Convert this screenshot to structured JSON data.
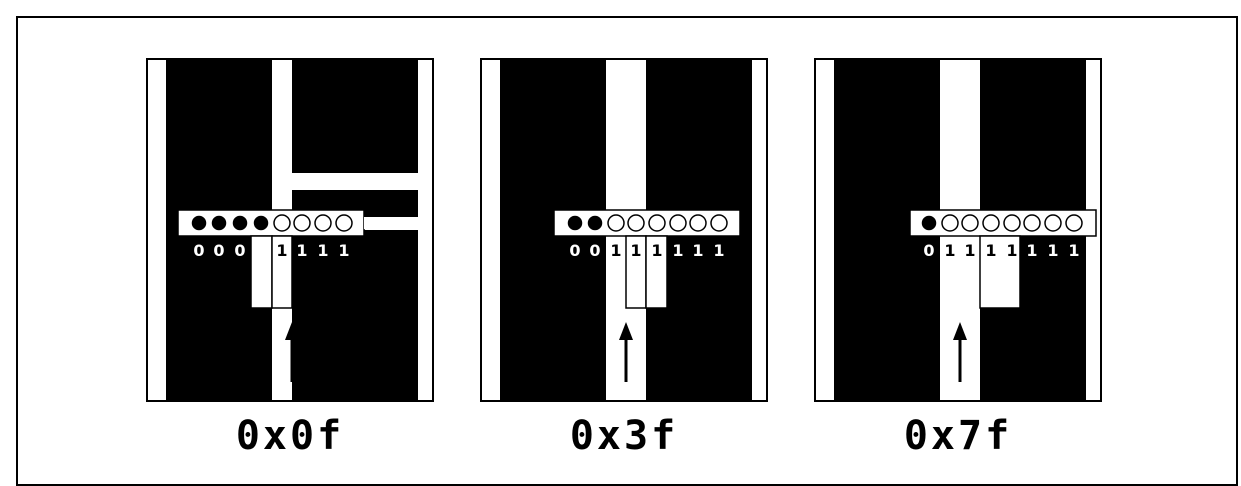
{
  "panels": [
    {
      "id": "p1",
      "caption": "0x0f",
      "bits": [
        "0",
        "0",
        "0",
        "0",
        "1",
        "1",
        "1",
        "1"
      ]
    },
    {
      "id": "p2",
      "caption": "0x3f",
      "bits": [
        "0",
        "0",
        "1",
        "1",
        "1",
        "1",
        "1",
        "1"
      ]
    },
    {
      "id": "p3",
      "caption": "0x7f",
      "bits": [
        "0",
        "1",
        "1",
        "1",
        "1",
        "1",
        "1",
        "1"
      ]
    }
  ],
  "colors": {
    "ink": "#000000",
    "paper": "#ffffff"
  }
}
